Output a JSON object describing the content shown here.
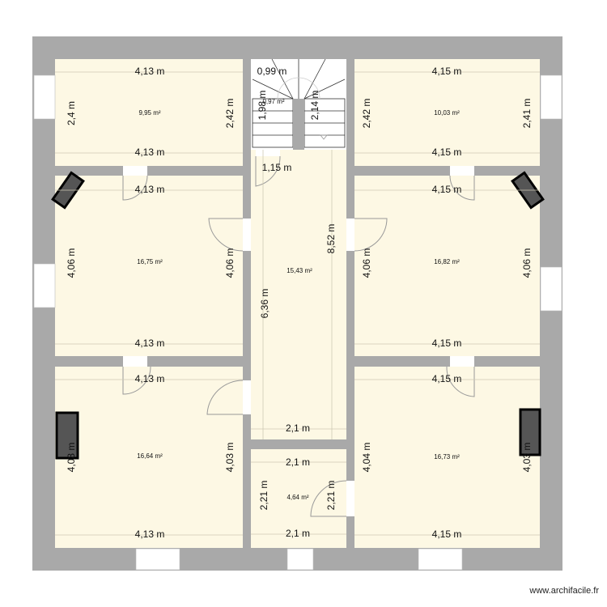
{
  "plan": {
    "rooms": {
      "top_left": {
        "top": "4,13 m",
        "bottom": "4,13 m",
        "left": "2,4 m",
        "right": "2,42 m",
        "area": "9,95 m²"
      },
      "stairs": {
        "top": "0,99 m",
        "left": "1,98 m",
        "right": "2,14 m",
        "area": "0,97 m²",
        "landing": "1,15 m"
      },
      "top_right": {
        "top": "4,15 m",
        "bottom": "4,15 m",
        "left": "2,42 m",
        "right": "2,41 m",
        "area": "10,03 m²"
      },
      "mid_left": {
        "top": "4,13 m",
        "bottom": "4,13 m",
        "left": "4,06 m",
        "right": "4,06 m",
        "area": "16,75 m²"
      },
      "corridor": {
        "area": "15,43 m²",
        "right": "8,52 m",
        "left": "6,36 m",
        "bottom": "2,1 m"
      },
      "mid_right": {
        "top": "4,15 m",
        "bottom": "4,15 m",
        "left": "4,06 m",
        "right": "4,06 m",
        "area": "16,82 m²"
      },
      "bottom_left": {
        "top": "4,13 m",
        "bottom": "4,13 m",
        "left": "4,03 m",
        "right": "4,03 m",
        "area": "16,64 m²"
      },
      "bottom_right": {
        "top": "4,15 m",
        "bottom": "4,15 m",
        "left": "4,04 m",
        "right": "4,03 m",
        "area": "16,73 m²"
      },
      "small": {
        "top": "2,1 m",
        "bottom": "2,1 m",
        "left": "2,21 m",
        "right": "2,21 m",
        "area": "4,64 m²"
      }
    }
  },
  "colors": {
    "wall": "#a9a9a9",
    "floor": "#fdf8e4",
    "stairs": "#ffffff"
  },
  "watermark": "www.archifacile.fr"
}
